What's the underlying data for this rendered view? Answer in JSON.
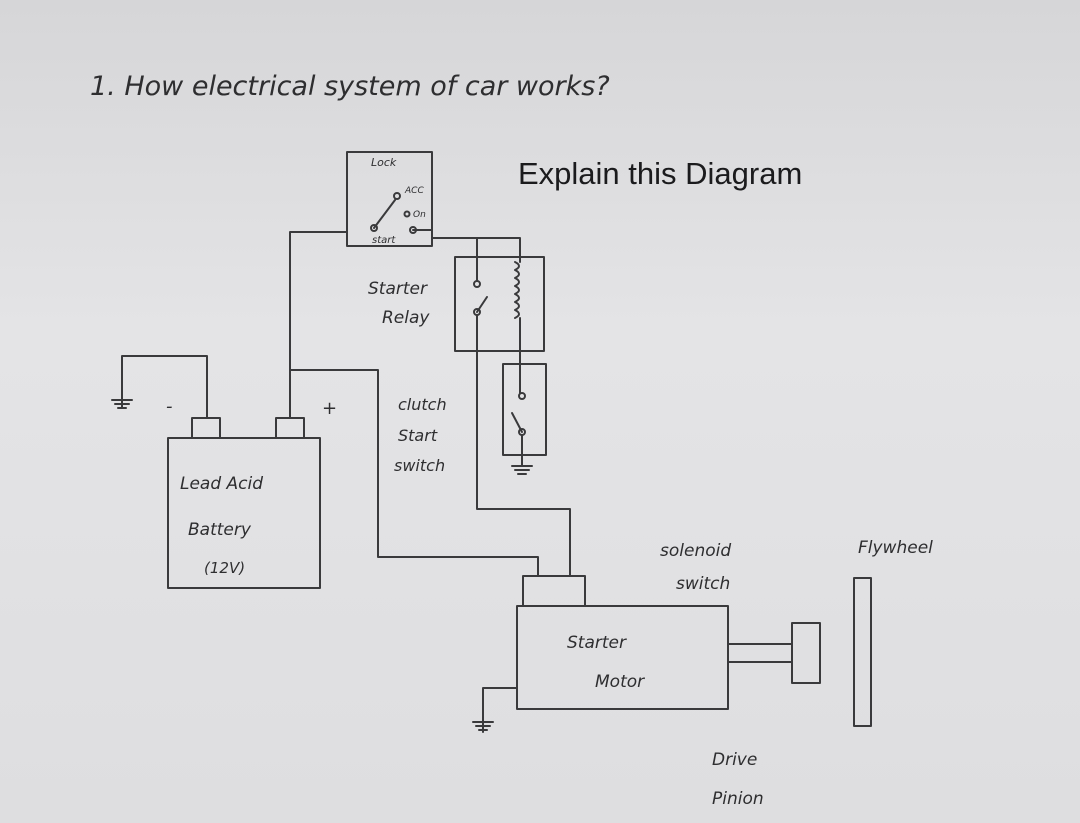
{
  "question": "1. How electrical system of car works?",
  "instruction": "Explain this Diagram",
  "ignition": {
    "title": "Lock",
    "acc": "ACC",
    "on": "On",
    "start": "start"
  },
  "starter_relay": {
    "line1": "Starter",
    "line2": "Relay"
  },
  "clutch_switch": {
    "line1": "clutch",
    "line2": "Start",
    "line3": "switch"
  },
  "battery": {
    "line1": "Lead Acid",
    "line2": "Battery",
    "line3": "(12V)",
    "negative": "-",
    "positive": "+"
  },
  "solenoid": {
    "line1": "solenoid",
    "line2": "switch"
  },
  "motor": {
    "line1": "Starter",
    "line2": "Motor"
  },
  "flywheel": "Flywheel",
  "pinion": {
    "line1": "Drive",
    "line2": "Pinion"
  }
}
